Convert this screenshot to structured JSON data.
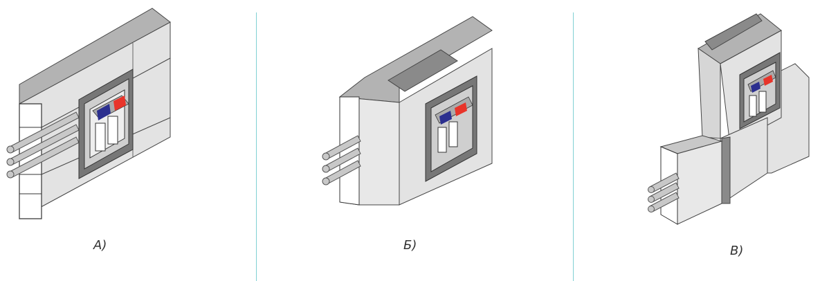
{
  "panels": [
    {
      "label": "А)"
    },
    {
      "label": "Б)"
    },
    {
      "label": "В)"
    }
  ],
  "colors": {
    "divider": "#7fd0d3",
    "face": "#e3e3e3",
    "top": "#b3b3b3",
    "dark_band": "#8a8a8a",
    "socket_blue": "#2b2f8f",
    "socket_red": "#e8342a"
  },
  "icons": [
    "cable-icon",
    "duct-icon",
    "socket-icon"
  ]
}
